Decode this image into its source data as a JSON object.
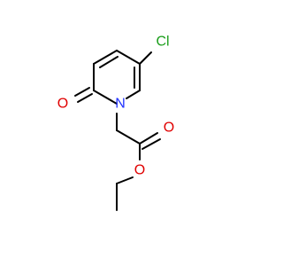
{
  "molecule": {
    "atoms": {
      "chlorine": {
        "symbol": "Cl",
        "color": "#1a9e1a"
      },
      "ring_oxygen": {
        "symbol": "O",
        "color": "#e00000"
      },
      "ring_nitrogen": {
        "symbol": "N",
        "color": "#2233ff"
      },
      "carbonyl_oxygen": {
        "symbol": "O",
        "color": "#e00000"
      },
      "ester_oxygen": {
        "symbol": "O",
        "color": "#e00000"
      }
    }
  }
}
